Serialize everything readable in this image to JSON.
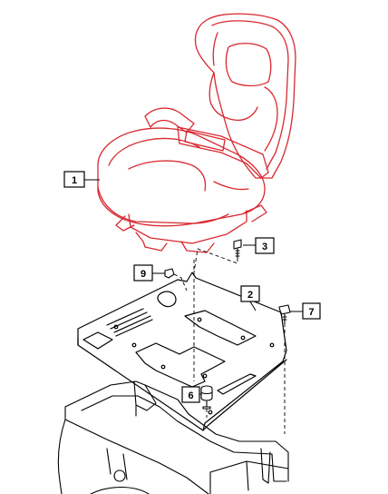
{
  "colors": {
    "seat_highlight": "#d8282f",
    "linework": "#000000",
    "background": "#ffffff"
  },
  "callouts": [
    {
      "id": "1",
      "label": "1"
    },
    {
      "id": "2",
      "label": "2"
    },
    {
      "id": "3",
      "label": "3"
    },
    {
      "id": "6",
      "label": "6"
    },
    {
      "id": "7",
      "label": "7"
    },
    {
      "id": "9",
      "label": "9"
    }
  ]
}
